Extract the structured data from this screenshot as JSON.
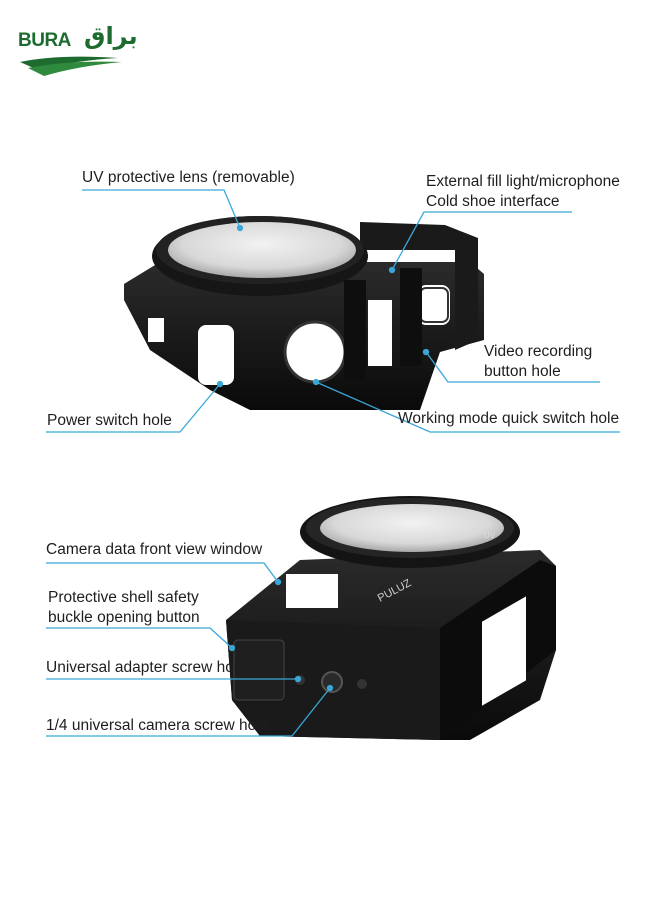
{
  "logo": {
    "latin": "BURA",
    "arabic": "براق"
  },
  "top_diagram": {
    "labels": {
      "uv_lens": "UV protective lens (removable)",
      "fill_light_1": "External fill light/microphone",
      "fill_light_2": "Cold shoe interface",
      "video_rec_1": "Video recording",
      "video_rec_2": "button hole",
      "power": "Power switch hole",
      "working_mode": "Working mode quick switch hole"
    }
  },
  "bottom_diagram": {
    "brand_mark": "PULUZ",
    "lens_text": "UV",
    "labels": {
      "front_view": "Camera data front view window",
      "buckle_1": "Protective shell safety",
      "buckle_2": "buckle opening button",
      "adapter_screw": "Universal adapter screw hole",
      "quarter_screw": "1/4 universal camera screw hole"
    }
  },
  "colors": {
    "leader": "#3aa7d9",
    "brand_green": "#1d6b2e",
    "metal": "#111111"
  }
}
